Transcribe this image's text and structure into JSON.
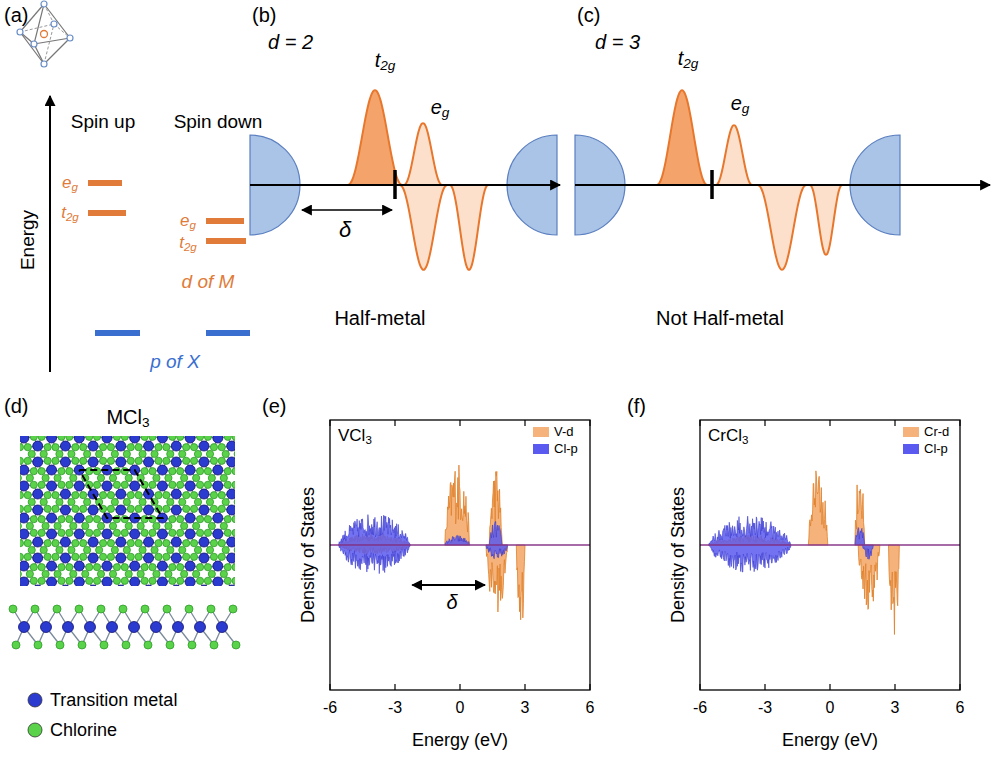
{
  "diagram": {
    "labels": [
      "(a)",
      "Spin up",
      "Spin down",
      "Energy",
      "eg",
      "t2g",
      "eg",
      "t2g",
      "d of M",
      "p of X",
      "(b)",
      "d = 2",
      "t2g",
      "eg",
      "δ",
      "Half-metal",
      "(c)",
      "d = 3",
      "t2g",
      "eg",
      "Not Half-metal",
      "(d)",
      "MCl3",
      "(e)",
      "VCl3",
      "Density of States",
      "-6",
      "-3",
      "0",
      "3",
      "6",
      "Energy (eV)",
      "δ",
      "(f)",
      "CrCl3",
      "Density of States",
      "-6",
      "-3",
      "0",
      "3",
      "6",
      "Energy (eV)"
    ],
    "legend": [
      {
        "text": "Transition metal",
        "color": "#2b3bd0"
      },
      {
        "text": "Chlorine",
        "color": "#5ad34a"
      },
      {
        "text": "V-d",
        "color": "#f5b27a"
      },
      {
        "text": "Cl-p",
        "color": "#5a5af0"
      },
      {
        "text": "Cr-d",
        "color": "#f5b27a"
      },
      {
        "text": "Cl-p",
        "color": "#5a5af0"
      }
    ]
  }
}
